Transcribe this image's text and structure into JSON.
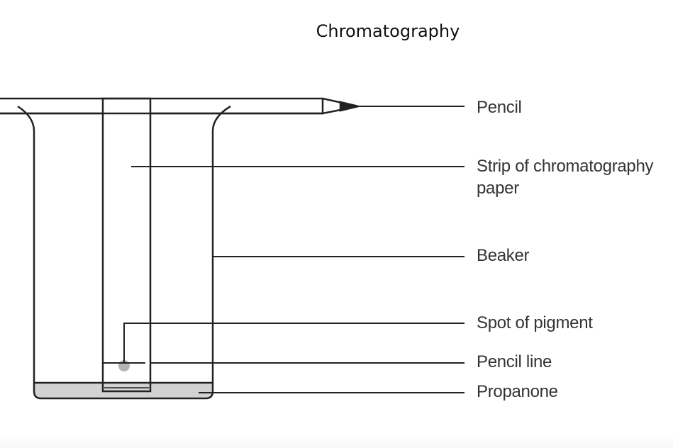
{
  "title": "Chromatography",
  "labels": {
    "pencil": "Pencil",
    "strip_line1": "Strip of chromatography",
    "strip_line2": "paper",
    "beaker": "Beaker",
    "spot": "Spot of pigment",
    "pencil_line": "Pencil line",
    "propanone": "Propanone"
  },
  "colors": {
    "stroke": "#222222",
    "solvent": "#d2d2d2",
    "pigment": "#b4b4b4",
    "text": "#333333"
  }
}
